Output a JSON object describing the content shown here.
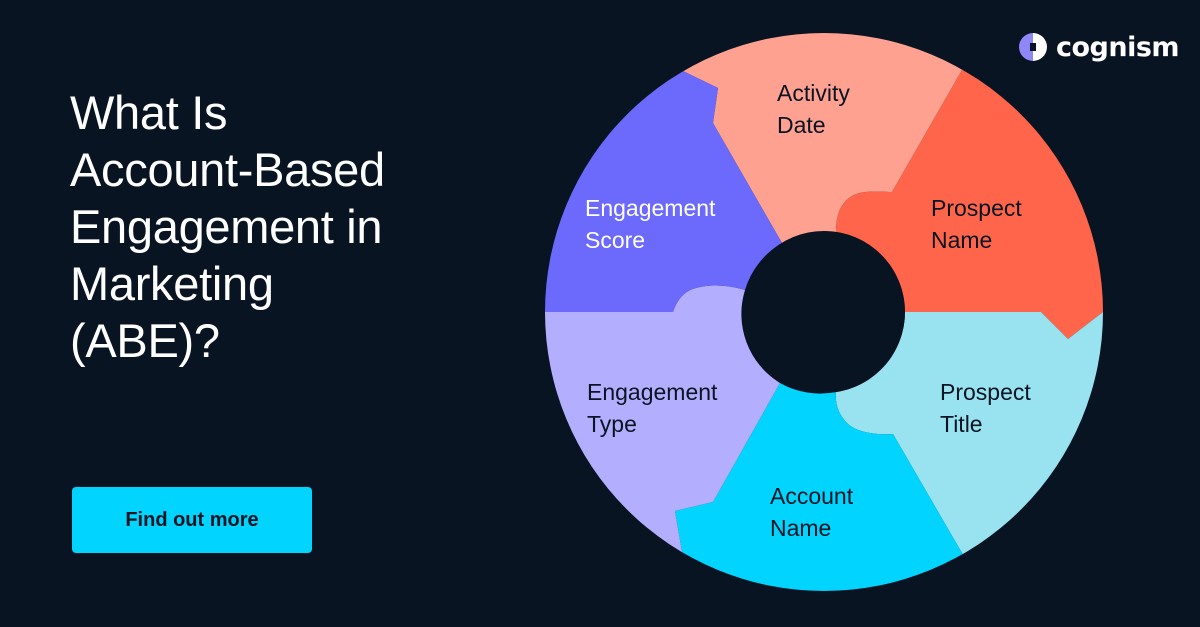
{
  "brand": {
    "name": "cognism",
    "icon": "cognism-logo-icon",
    "icon_colors": {
      "left": "#8f86f7",
      "right": "#ffffff"
    }
  },
  "headline": {
    "lines": [
      "What Is",
      "Account-Based",
      "Engagement in",
      "Marketing",
      "(ABE)?"
    ]
  },
  "cta": {
    "label": "Find out more",
    "color": "#00d4ff"
  },
  "colors": {
    "background": "#091422",
    "text_dark": "#0a1422",
    "text_light": "#ffffff"
  },
  "wheel": {
    "segments": [
      {
        "id": "activity-date",
        "lines": [
          "Activity",
          "Date"
        ],
        "color": "#ffa190"
      },
      {
        "id": "prospect-name",
        "lines": [
          "Prospect",
          "Name"
        ],
        "color": "#ff654a"
      },
      {
        "id": "prospect-title",
        "lines": [
          "Prospect",
          "Title"
        ],
        "color": "#99e2f0"
      },
      {
        "id": "account-name",
        "lines": [
          "Account",
          "Name"
        ],
        "color": "#00d4ff"
      },
      {
        "id": "engagement-type",
        "lines": [
          "Engagement",
          "Type"
        ],
        "color": "#b3affe"
      },
      {
        "id": "engagement-score",
        "lines": [
          "Engagement",
          "Score"
        ],
        "color": "#6c69fd"
      }
    ]
  }
}
